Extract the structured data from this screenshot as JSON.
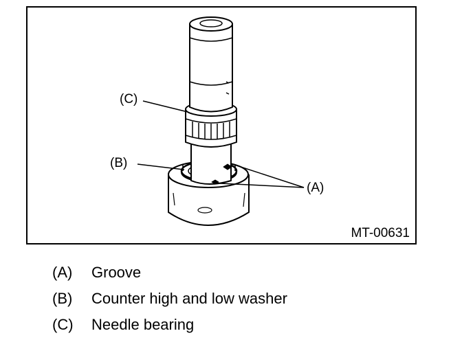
{
  "figure": {
    "code": "MT-00631",
    "callouts": {
      "a": "(A)",
      "b": "(B)",
      "c": "(C)"
    }
  },
  "legend": [
    {
      "key": "(A)",
      "text": "Groove"
    },
    {
      "key": "(B)",
      "text": "Counter high and low washer"
    },
    {
      "key": "(C)",
      "text": "Needle bearing"
    }
  ]
}
